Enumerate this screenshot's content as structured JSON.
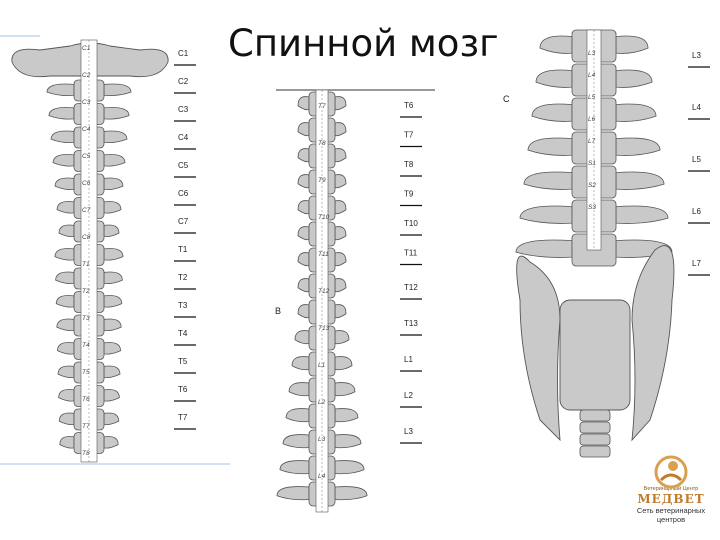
{
  "title": "Спинной мозг",
  "panel_b": {
    "letter": "B"
  },
  "panel_c": {
    "letter": "C"
  },
  "panel_a_labels": [
    "C1",
    "C2",
    "C3",
    "C4",
    "C5",
    "C6",
    "C7",
    "T1",
    "T2",
    "T3",
    "T4",
    "T5",
    "T6",
    "T7"
  ],
  "panel_a_segments": [
    "C1",
    "C2",
    "C3",
    "C4",
    "C5",
    "C6",
    "C7",
    "C8",
    "T1",
    "T2",
    "T3",
    "T4",
    "T5",
    "T6",
    "T7",
    "T8"
  ],
  "panel_b_labels": [
    "T6",
    "T7",
    "T8",
    "T9",
    "T10",
    "T11",
    "T12",
    "T13",
    "L1",
    "L2",
    "L3"
  ],
  "panel_b_segments": [
    "T7",
    "T8",
    "T9",
    "T10",
    "T11",
    "T12",
    "T13",
    "L1",
    "L2",
    "L3",
    "L4"
  ],
  "panel_c_labels": [
    "L3",
    "L4",
    "L5",
    "L6",
    "L7"
  ],
  "panel_c_segments": [
    "L3",
    "L4",
    "L5",
    "L6",
    "L7",
    "S1",
    "S2",
    "S3"
  ],
  "logo": {
    "top_text": "Ветеринарный Центр",
    "name": "МЕДВЕТ",
    "subtitle_1": "Сеть ветеринарных",
    "subtitle_2": "центров",
    "accent": "#c07a28"
  },
  "colors": {
    "bone": "#c9c9c9",
    "bone_stroke": "#555555",
    "cord": "#ffffff",
    "accent_line": "#9fc3e6"
  }
}
